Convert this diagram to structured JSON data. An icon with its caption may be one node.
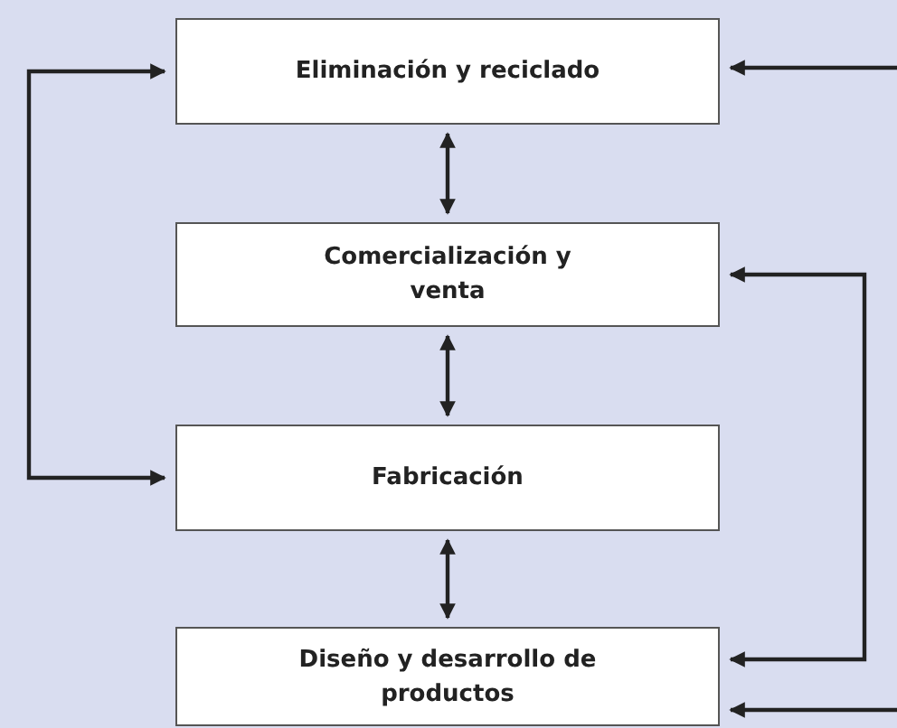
{
  "diagram": {
    "nodes": [
      {
        "text": [
          "Eliminación y reciclado"
        ]
      },
      {
        "text": [
          "Comercialización y venta"
        ]
      },
      {
        "text": [
          "Fabricación"
        ]
      },
      {
        "text": [
          "Diseño y desarrollo de productos"
        ]
      }
    ],
    "edges": [
      {
        "from": 0,
        "to": 1,
        "arrow": "both"
      },
      {
        "from": 1,
        "to": 2,
        "arrow": "both"
      },
      {
        "from": 2,
        "to": 3,
        "arrow": "both"
      },
      {
        "from": 2,
        "to": 0,
        "arrow": "both"
      },
      {
        "from": 1,
        "to": 3,
        "arrow": "both"
      },
      {
        "from": null,
        "to": 0,
        "arrow": "to"
      },
      {
        "from": null,
        "to": 3,
        "arrow": "to"
      }
    ]
  }
}
